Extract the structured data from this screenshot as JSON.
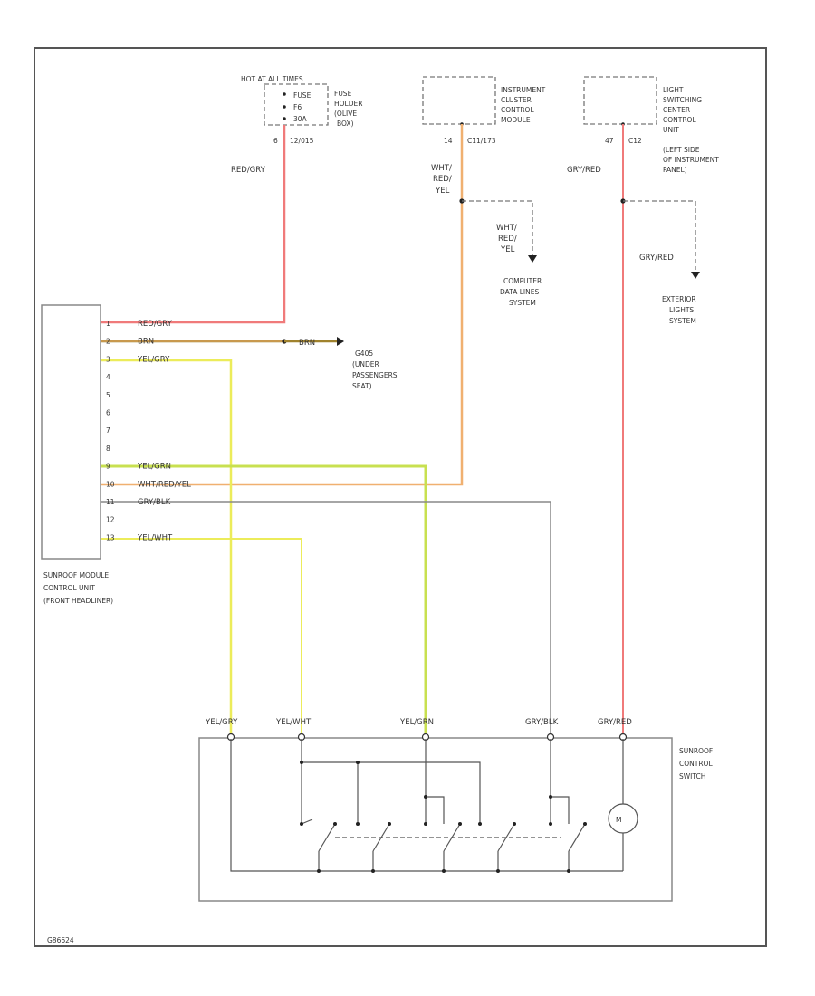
{
  "colors": {
    "red": "#f07a7a",
    "orange": "#f0b070",
    "brown": "#a0822d",
    "yellow": "#ecec5a",
    "yellow_green": "#c8e050",
    "gray": "#888888"
  },
  "fuse": {
    "title": "HOT AT ALL TIMES",
    "lines": [
      "FUSE",
      "HOLDER",
      "(OLIVE",
      "BOX)"
    ],
    "pins": [
      "FUSE",
      "F6",
      "30A"
    ],
    "pin_label": "6",
    "connector": "12/015"
  },
  "icm": {
    "lines": [
      "INSTRUMENT",
      "CLUSTER",
      "CONTROL",
      "MODULE"
    ],
    "pin_label": "14",
    "connector": "C11/173"
  },
  "lscm": {
    "lines": [
      "LIGHT",
      "SWITCHING",
      "CENTER",
      "CONTROL",
      "UNIT",
      "(LEFT SIDE",
      "OF INSTRUMENT",
      "PANEL)"
    ],
    "pin_label": "47",
    "connector": "C12"
  },
  "wires": {
    "red_gry": "RED/GRY",
    "wht_red_yel": [
      "WHT/",
      "RED/",
      "YEL"
    ],
    "wht_red_yel_branch": [
      "WHT/",
      "RED/",
      "YEL"
    ],
    "gry_red": "GRY/RED",
    "gry_red_branch": "GRY/RED",
    "brn": "BRN",
    "brn_splice": "BRN"
  },
  "computer_data": [
    "COMPUTER",
    "DATA LINES",
    "SYSTEM"
  ],
  "exterior_lights": [
    "EXTERIOR",
    "LIGHTS",
    "SYSTEM"
  ],
  "ground": [
    "G405",
    "(UNDER",
    "PASSENGERS",
    "SEAT)"
  ],
  "module": {
    "pins": [
      "1",
      "2",
      "3",
      "4",
      "5",
      "6",
      "7",
      "8",
      "9",
      "10",
      "11",
      "12",
      "13"
    ],
    "wire_labels": {
      "1": "RED/GRY",
      "2": "BRN",
      "3": "YEL/GRY",
      "9": "YEL/GRN",
      "10": "WHT/RED/YEL",
      "11": "GRY/BLK",
      "13": "YEL/WHT"
    },
    "name": [
      "SUNROOF MODULE",
      "CONTROL UNIT",
      "(FRONT HEADLINER)"
    ]
  },
  "switch": {
    "terminals": [
      "YEL/GRY",
      "YEL/WHT",
      "YEL/GRN",
      "GRY/BLK",
      "GRY/RED"
    ],
    "name": [
      "SUNROOF",
      "CONTROL",
      "SWITCH"
    ]
  },
  "footer": "G86624"
}
